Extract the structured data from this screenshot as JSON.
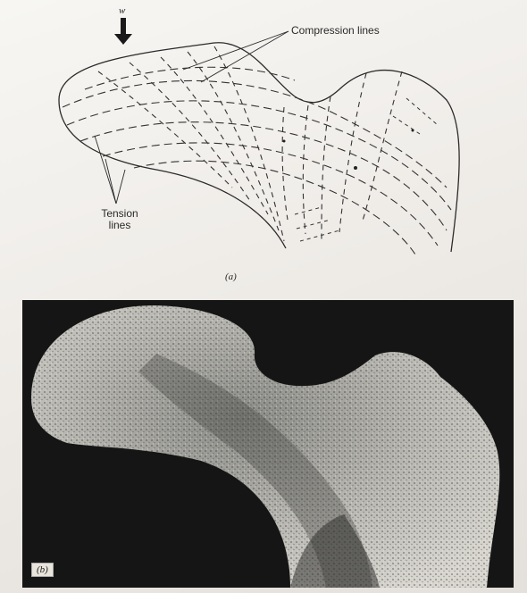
{
  "figure_a": {
    "load_label": "w",
    "compression_label": "Compression lines",
    "tension_label_line1": "Tension",
    "tension_label_line2": "lines",
    "caption": "(a)"
  },
  "figure_b": {
    "caption": "(b)"
  }
}
